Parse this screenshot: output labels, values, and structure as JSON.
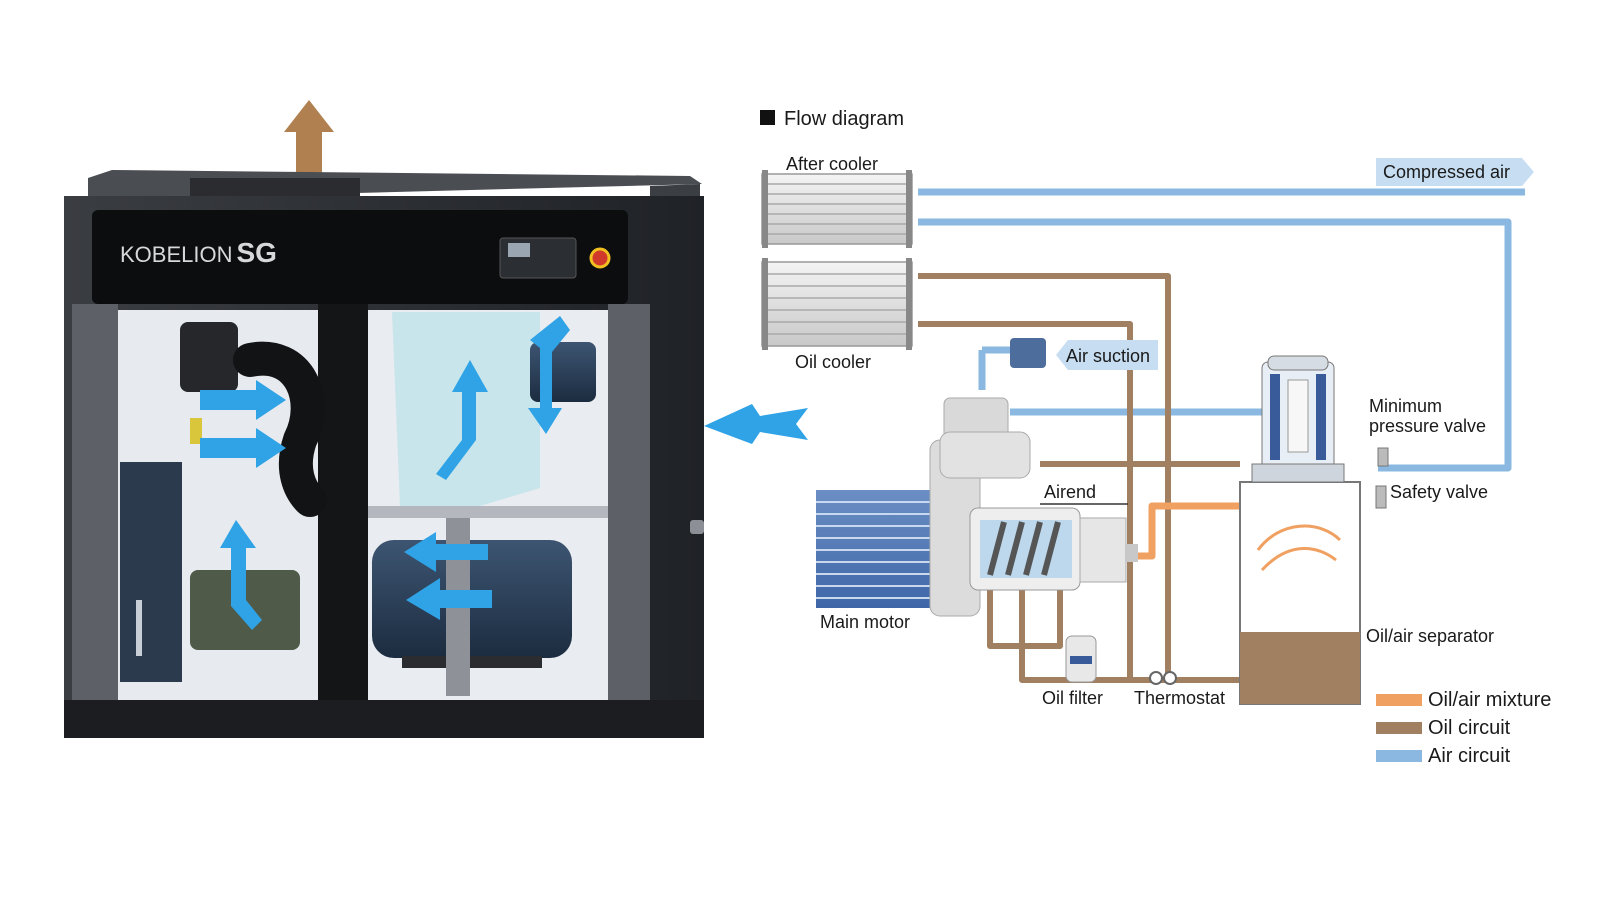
{
  "machine": {
    "brand": "KOBELION",
    "model": "SG"
  },
  "diagram": {
    "title": "Flow diagram",
    "components": {
      "after_cooler": "After cooler",
      "oil_cooler": "Oil cooler",
      "air_suction": "Air suction",
      "compressed_air": "Compressed air",
      "min_pressure_valve_line1": "Minimum",
      "min_pressure_valve_line2": "pressure valve",
      "airend": "Airend",
      "safety_valve": "Safety valve",
      "main_motor": "Main motor",
      "oil_air_separator": "Oil/air separator",
      "oil_filter": "Oil filter",
      "thermostat": "Thermostat"
    },
    "legend": [
      {
        "label": "Oil/air mixture",
        "color": "#f0a060"
      },
      {
        "label": "Oil circuit",
        "color": "#a08060"
      },
      {
        "label": "Air circuit",
        "color": "#8ab8e0"
      }
    ]
  },
  "colors": {
    "air": "#8ab8e0",
    "oil": "#a08060",
    "mixture": "#f0a060",
    "airflow_arrow": "#2fa3e6",
    "exhaust_arrow": "#b08050",
    "cabinet": "#2e3136"
  }
}
